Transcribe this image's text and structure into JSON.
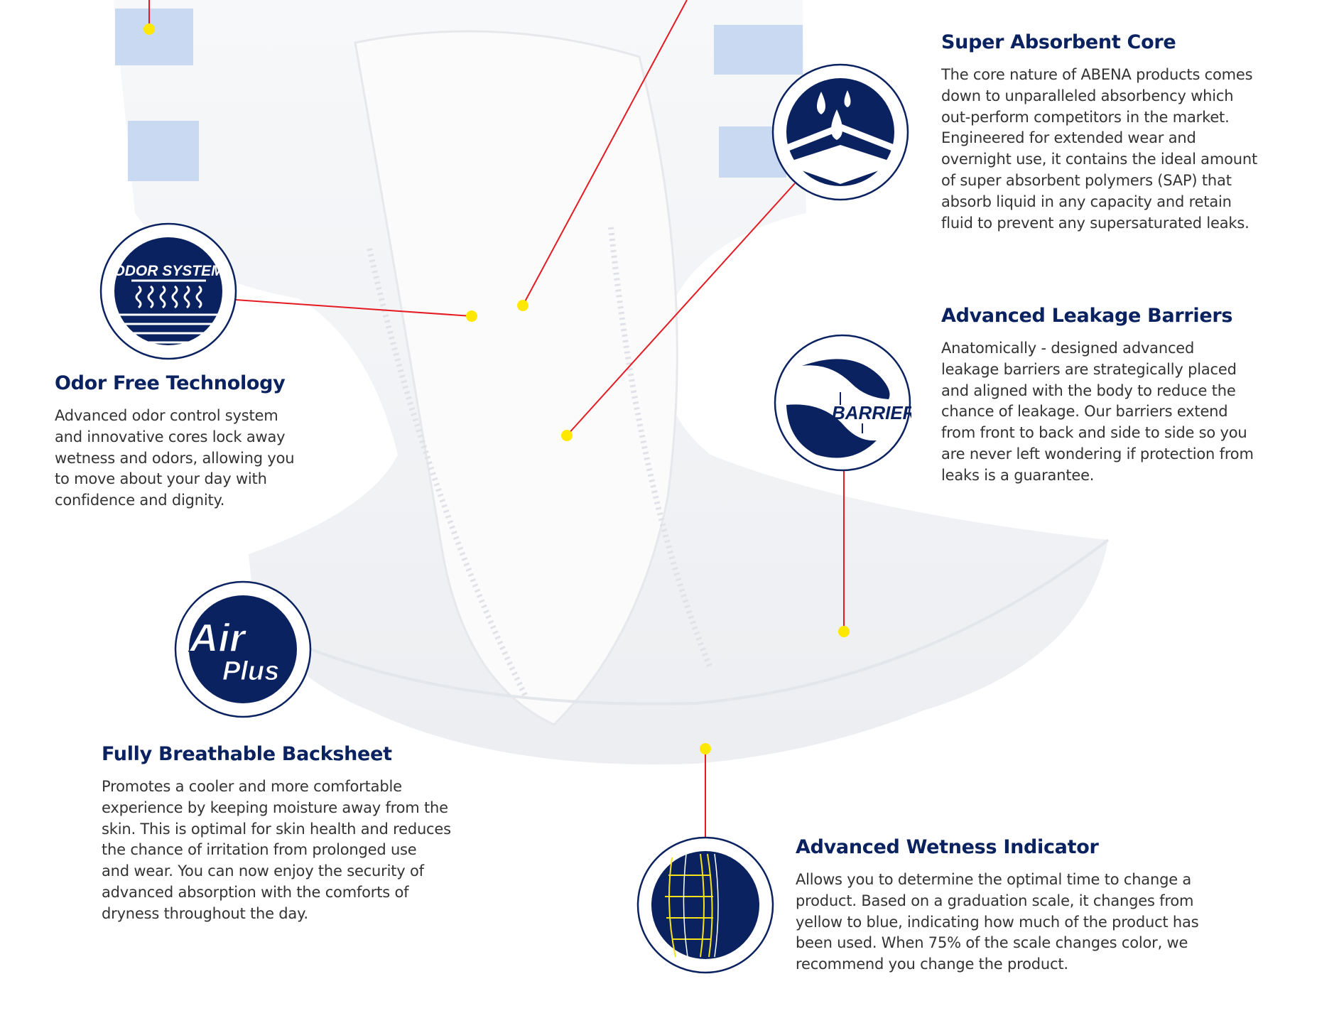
{
  "colors": {
    "navy": "#0b2260",
    "connector": "#e41b23",
    "dot": "#ffe800"
  },
  "features": {
    "core": {
      "title": "Super Absorbent Core",
      "icon": "water-drops-icon",
      "lines": [
        "The core nature of ABENA products comes",
        "down to unparalleled absorbency which",
        "out-perform competitors in the market.",
        "Engineered for extended wear and",
        "overnight use, it contains the ideal amount",
        "of super absorbent polymers (SAP) that",
        "absorb liquid in any capacity and retain",
        "fluid to prevent any supersaturated leaks."
      ]
    },
    "barriers": {
      "title": "Advanced Leakage Barriers",
      "icon": "barriers-icon",
      "icon_text": "BARRIERS",
      "lines": [
        "Anatomically - designed advanced",
        "leakage barriers are strategically placed",
        "and aligned with the body to reduce the",
        "chance of leakage. Our barriers extend",
        "from front to back and side to side so you",
        "are never left wondering if protection from",
        "leaks is a guarantee."
      ]
    },
    "odor": {
      "title": "Odor Free Technology",
      "icon": "odor-system-icon",
      "icon_text": "ODOR SYSTEM",
      "lines": [
        "Advanced odor control system",
        "and innovative cores lock away",
        "wetness and odors, allowing you",
        "to move about your day with",
        "confidence and dignity."
      ]
    },
    "backsheet": {
      "title": "Fully Breathable Backsheet",
      "icon": "air-plus-icon",
      "icon_text_1": "Air",
      "icon_text_2": "Plus",
      "lines": [
        "Promotes a cooler and more comfortable",
        "experience by keeping moisture away from the",
        "skin. This is optimal for skin health and reduces",
        "the chance of irritation from prolonged use",
        "and wear. You can now enjoy the security of",
        "advanced absorption with the comforts of",
        "dryness throughout the day."
      ]
    },
    "wetness": {
      "title": "Advanced Wetness Indicator",
      "icon": "wetness-indicator-icon",
      "lines": [
        "Allows you to determine the optimal time to change a",
        "product. Based on a graduation scale, it changes from",
        "yellow to blue, indicating how much of the product has",
        "been used. When 75% of the scale changes color, we",
        "recommend you change the product."
      ]
    }
  }
}
